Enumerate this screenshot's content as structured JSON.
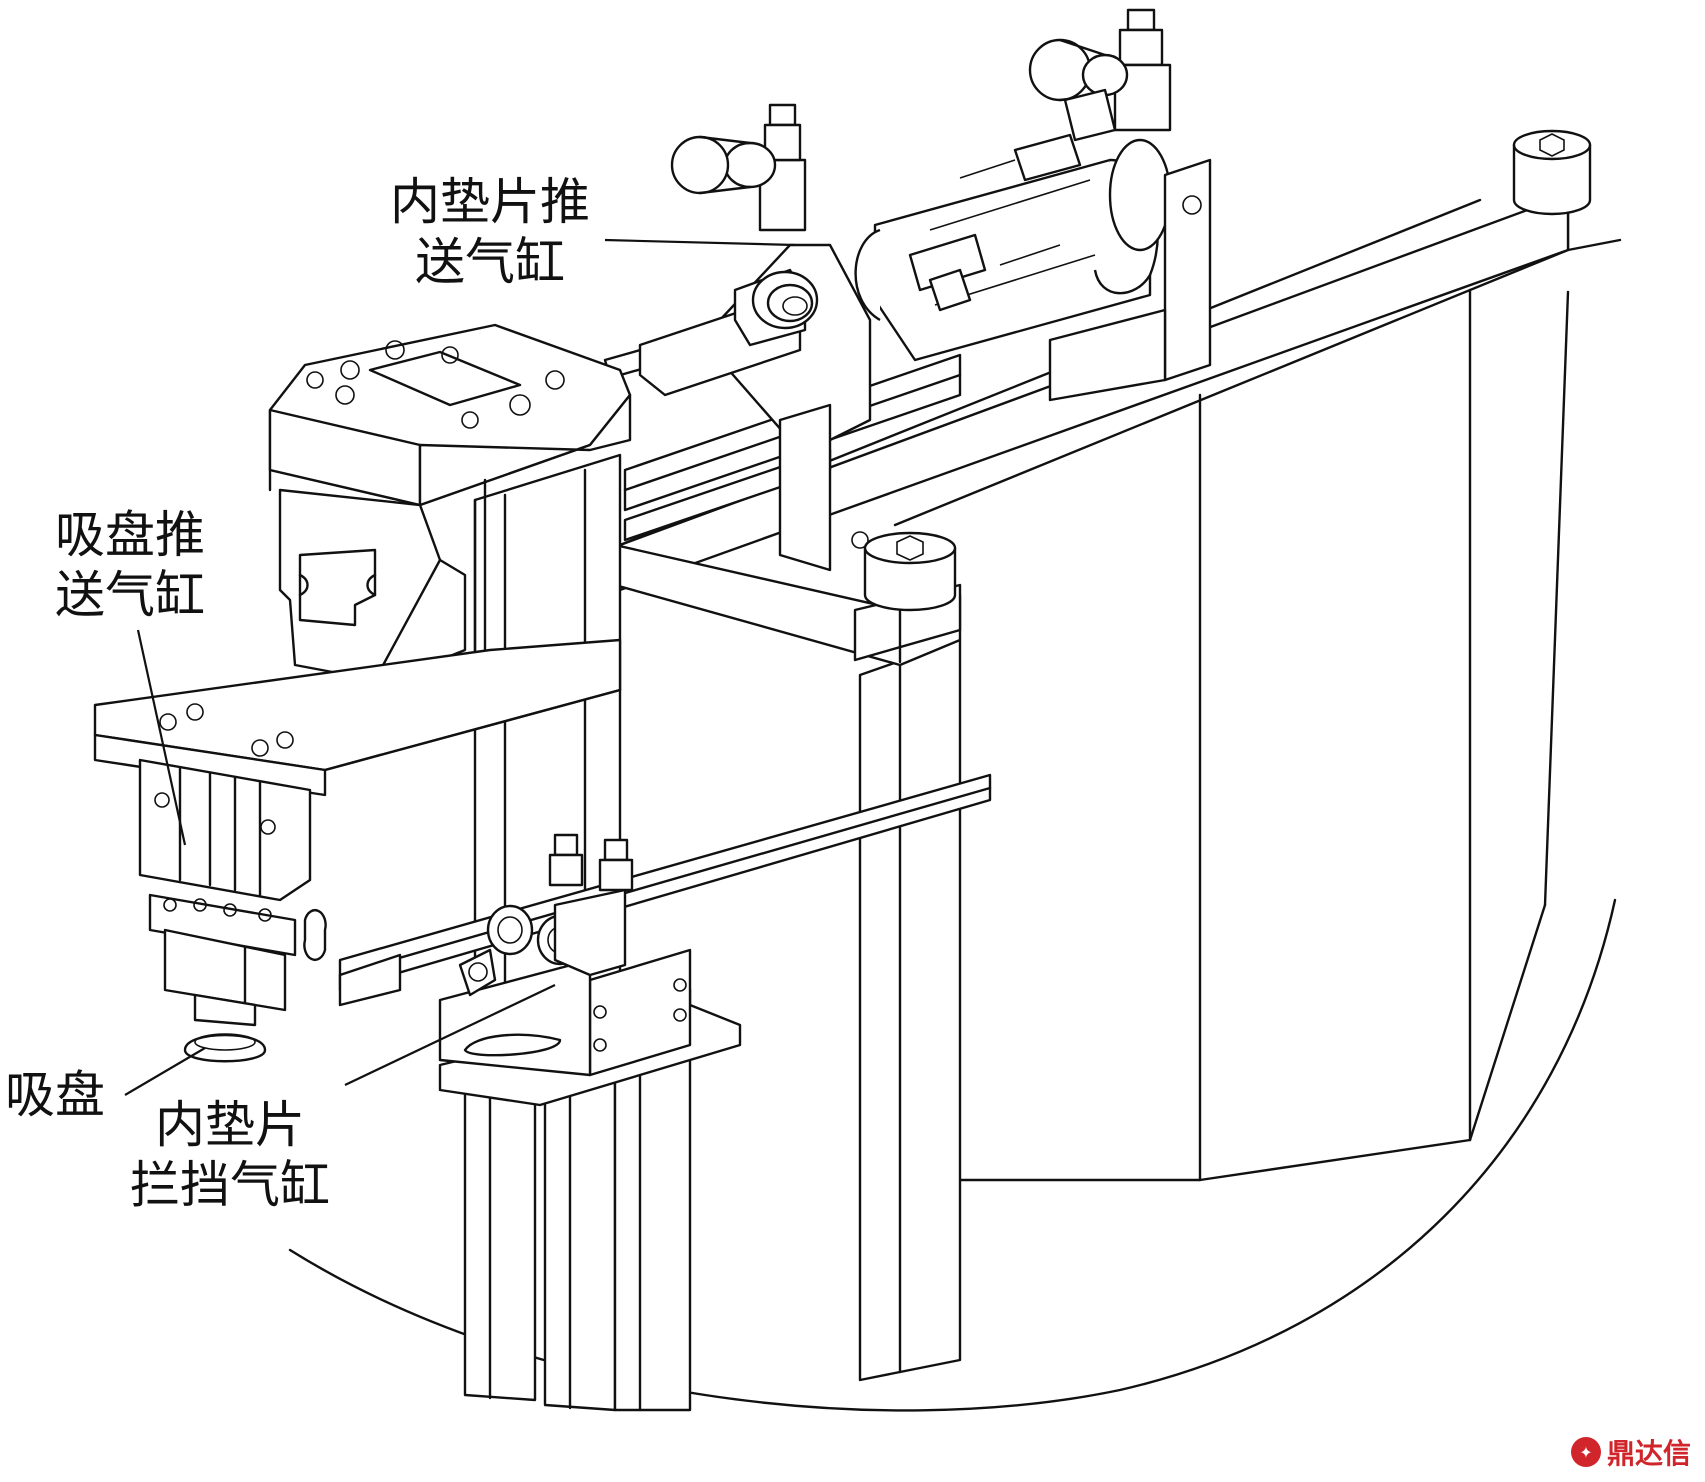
{
  "labels": {
    "inner_gasket_push_cylinder": [
      "内垫片推",
      "送气缸"
    ],
    "suction_cup_push_cylinder": [
      "吸盘推",
      "送气缸"
    ],
    "suction_cup": "吸盘",
    "inner_gasket_block_cylinder": [
      "内垫片",
      "拦挡气缸"
    ]
  },
  "watermark": "鼎达信",
  "colors": {
    "line": "#111111",
    "background": "#ffffff",
    "watermark": "#d0262b"
  }
}
